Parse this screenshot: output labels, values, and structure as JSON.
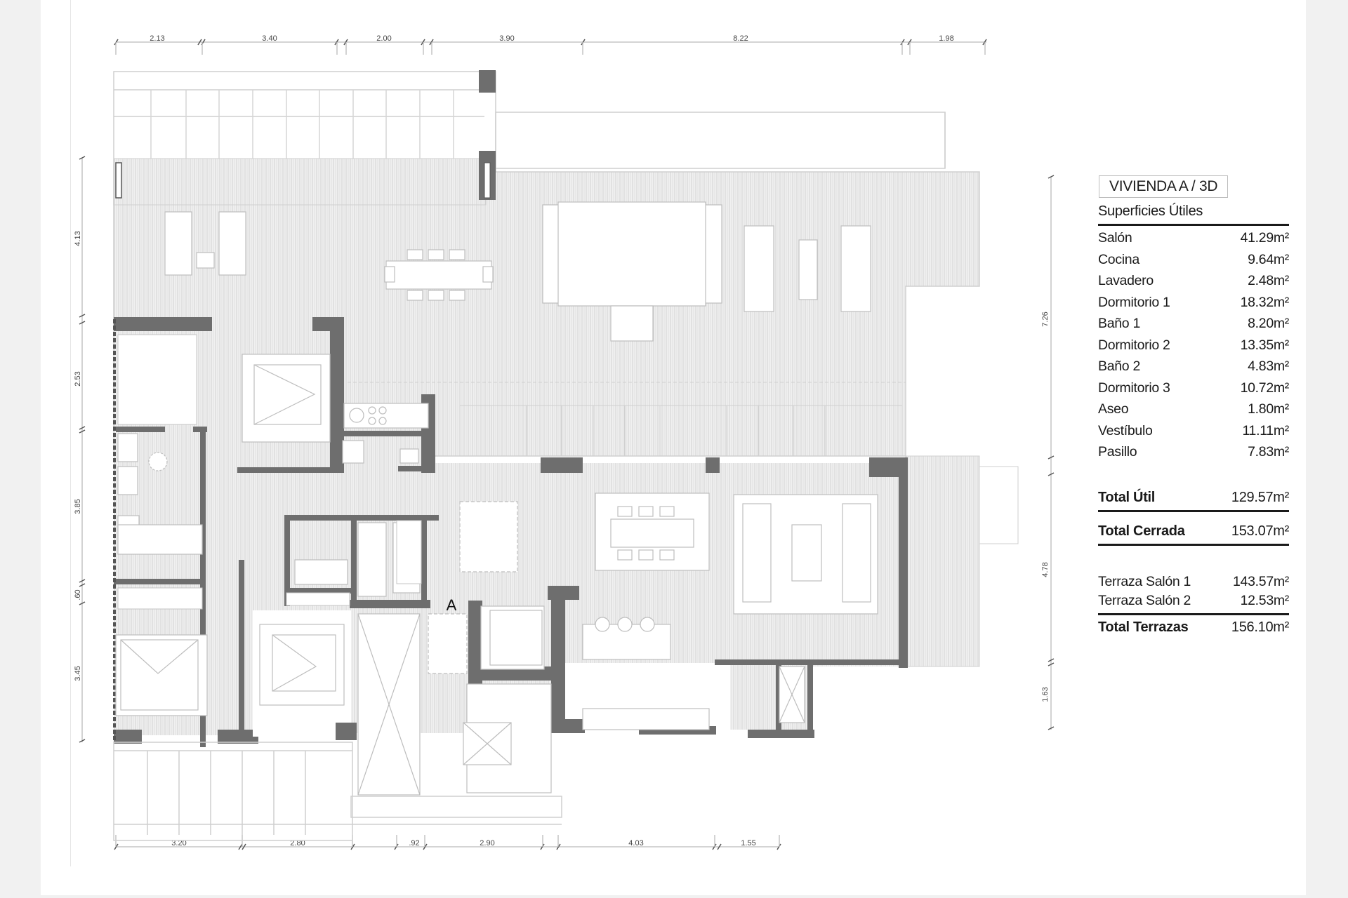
{
  "plan": {
    "entrance_label": "A",
    "dimensions": {
      "top": [
        "2.13",
        "3.40",
        "2.00",
        "3.90",
        "8.22",
        "1.98"
      ],
      "bottom": [
        "3.20",
        "2.80",
        ".92",
        "2.90",
        "4.03",
        "1.55"
      ],
      "left": [
        "4.13",
        "2.53",
        "3.85",
        ".60",
        "3.45"
      ],
      "right": [
        "7.26",
        "4.78",
        "1.63"
      ]
    },
    "colors": {
      "wall": "#6e6e6e",
      "floor_hatch": "#d9d9d9",
      "floor_fill": "#efefef",
      "line": "#b8b8b8"
    }
  },
  "legend": {
    "title": "VIVIENDA A / 3D",
    "subtitle": "Superficies Útiles",
    "unit_suffix": "m²",
    "rooms": [
      {
        "name": "Salón",
        "area": "41.29m²"
      },
      {
        "name": "Cocina",
        "area": "9.64m²"
      },
      {
        "name": "Lavadero",
        "area": "2.48m²"
      },
      {
        "name": "Dormitorio 1",
        "area": "18.32m²"
      },
      {
        "name": "Baño 1",
        "area": "8.20m²"
      },
      {
        "name": "Dormitorio 2",
        "area": "13.35m²"
      },
      {
        "name": "Baño 2",
        "area": "4.83m²"
      },
      {
        "name": "Dormitorio 3",
        "area": "10.72m²"
      },
      {
        "name": "Aseo",
        "area": "1.80m²"
      },
      {
        "name": "Vestíbulo",
        "area": "11.11m²"
      },
      {
        "name": "Pasillo",
        "area": "7.83m²"
      }
    ],
    "total_util": {
      "label": "Total Útil",
      "area": "129.57m²"
    },
    "total_cerrada": {
      "label": "Total Cerrada",
      "area": "153.07m²"
    },
    "terraces": [
      {
        "name": "Terraza Salón 1",
        "area": "143.57m²"
      },
      {
        "name": "Terraza Salón 2",
        "area": "12.53m²"
      }
    ],
    "total_terrazas": {
      "label": "Total Terrazas",
      "area": "156.10m²"
    }
  }
}
